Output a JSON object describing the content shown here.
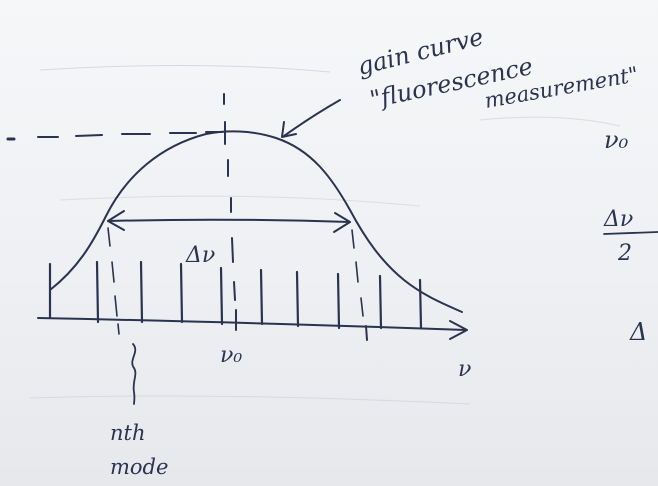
{
  "annotation": {
    "line1": "gain curve",
    "line2": "\"fluorescence",
    "line3": "measurement\""
  },
  "labels": {
    "bandwidth": "Δν",
    "center": "ν₀",
    "axis": "ν",
    "nth_line1": "nth",
    "nth_line2": "mode"
  },
  "margin_notes": {
    "m1": "ν₀",
    "m2_num": "Δν",
    "m2_den": "2",
    "m3": "Δ"
  },
  "mode_count": 10,
  "colors": {
    "ink": "#2a3350",
    "paper": "#f2f3f5"
  }
}
